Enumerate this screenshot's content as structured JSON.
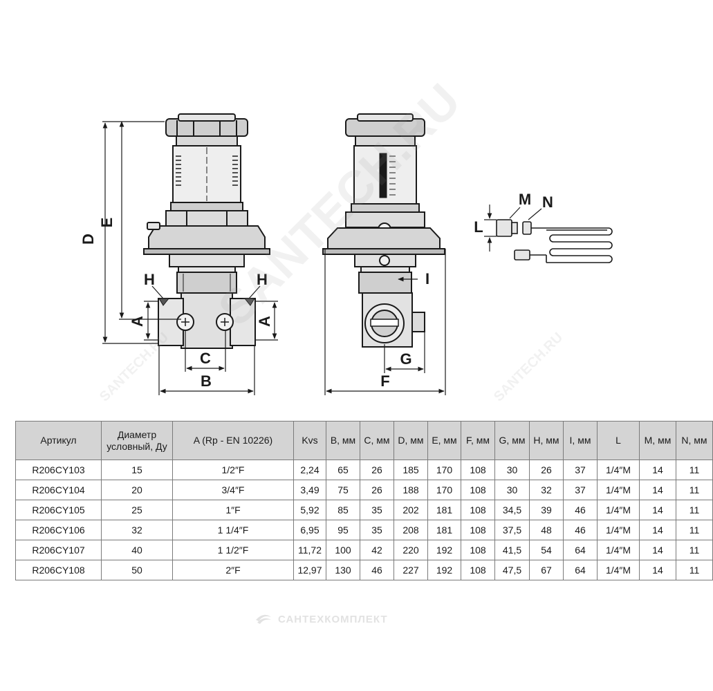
{
  "drawing": {
    "dimension_letters": {
      "A_left": "A",
      "A_right": "A",
      "B": "B",
      "C": "C",
      "D": "D",
      "E": "E",
      "F": "F",
      "G": "G",
      "H_left": "H",
      "H_right": "H",
      "I": "I",
      "L": "L",
      "M": "M",
      "N": "N"
    }
  },
  "table": {
    "headers": [
      "Артикул",
      "Диаметр условный, Ду",
      "A (Rp - EN 10226)",
      "Kvs",
      "B, мм",
      "C, мм",
      "D, мм",
      "E, мм",
      "F, мм",
      "G, мм",
      "H, мм",
      "I, мм",
      "L",
      "M, мм",
      "N, мм"
    ],
    "rows": [
      [
        "R206CY103",
        "15",
        "1/2″F",
        "2,24",
        "65",
        "26",
        "185",
        "170",
        "108",
        "30",
        "26",
        "37",
        "1/4″M",
        "14",
        "11"
      ],
      [
        "R206CY104",
        "20",
        "3/4″F",
        "3,49",
        "75",
        "26",
        "188",
        "170",
        "108",
        "30",
        "32",
        "37",
        "1/4″M",
        "14",
        "11"
      ],
      [
        "R206CY105",
        "25",
        "1″F",
        "5,92",
        "85",
        "35",
        "202",
        "181",
        "108",
        "34,5",
        "39",
        "46",
        "1/4″M",
        "14",
        "11"
      ],
      [
        "R206CY106",
        "32",
        "1 1/4″F",
        "6,95",
        "95",
        "35",
        "208",
        "181",
        "108",
        "37,5",
        "48",
        "46",
        "1/4″M",
        "14",
        "11"
      ],
      [
        "R206CY107",
        "40",
        "1 1/2″F",
        "11,72",
        "100",
        "42",
        "220",
        "192",
        "108",
        "41,5",
        "54",
        "64",
        "1/4″M",
        "14",
        "11"
      ],
      [
        "R206CY108",
        "50",
        "2″F",
        "12,97",
        "130",
        "46",
        "227",
        "192",
        "108",
        "47,5",
        "67",
        "64",
        "1/4″M",
        "14",
        "11"
      ]
    ]
  },
  "brand": {
    "name": "САНТЕХКОМПЛЕКТ",
    "watermark": "SANTECH.RU"
  },
  "colors": {
    "header_bg": "#d4d4d4",
    "border": "#7a7a7a",
    "line": "#1a1a1a",
    "body_fill": "#e6e6e6",
    "brand": "#e2e2e2"
  }
}
